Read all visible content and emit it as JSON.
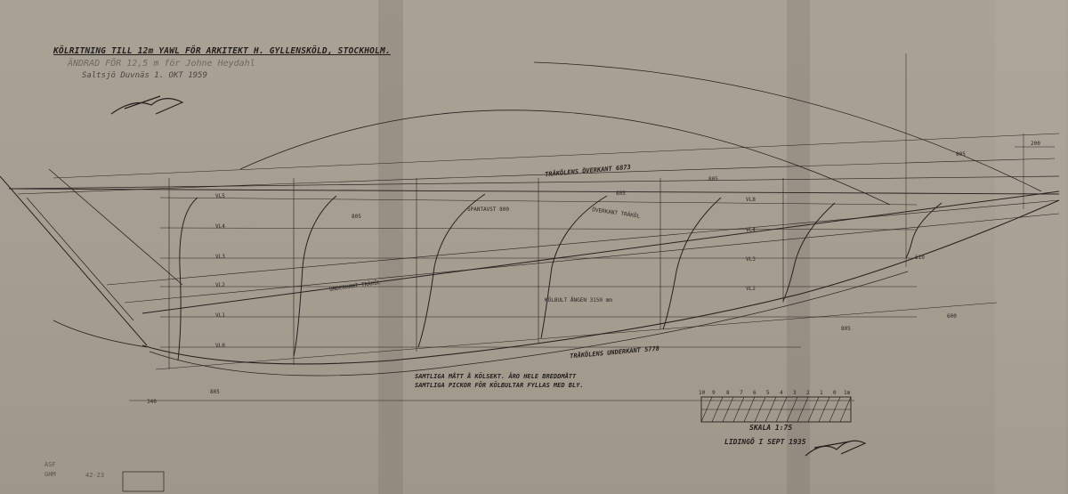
{
  "title": {
    "main": "KÖLRITNING TILL 12m YAWL FÖR ARKITEKT H. GYLLENSKÖLD, STOCKHOLM.",
    "amended": "ÄNDRAD FÖR 12,5 m för Johne Heydahl",
    "date": "Saltsjö Duvnäs 1. OKT 1959"
  },
  "annotations": {
    "sheer_top": "TRÄKÖLENS ÖVERKANT 6873",
    "sheer_bottom": "TRÄKÖLENS UNDERKANT 5778",
    "lower_edge": "UNDERKANT TRÄKÖL",
    "upper_edge": "ÖVERKANT TRÄKÖL",
    "frame": "SPANTAVST 800",
    "keel_bolt": "KÖLBULT ÅNGEN 3150 mm",
    "bottom_note_1": "SAMTLIGA MÅTT Å KÖLSEKT. ÄRO HELE BREDDMÅTT",
    "bottom_note_2": "SAMTLIGA PICKOR FÖR KÖLBULTAR FYLLAS MED BLY."
  },
  "waterlines": [
    "VL5",
    "VL4",
    "VL3",
    "VL2",
    "VL1",
    "VL0"
  ],
  "waterlines_aft": [
    "VL8",
    "VL4",
    "VL3",
    "VL2"
  ],
  "dimensions": [
    "805",
    "805",
    "805",
    "805",
    "805",
    "805",
    "200",
    "600",
    "610",
    "340"
  ],
  "scale": {
    "label": "SKALA 1:75",
    "ticks": [
      "10",
      "9",
      "8",
      "7",
      "6",
      "5",
      "4",
      "3",
      "2",
      "1",
      "0",
      "1m"
    ]
  },
  "signature_place": "LIDINGÖ I SEPT 1935",
  "stamp": {
    "code_1": "ASF",
    "code_2": "GHM",
    "ref": "42-23"
  }
}
